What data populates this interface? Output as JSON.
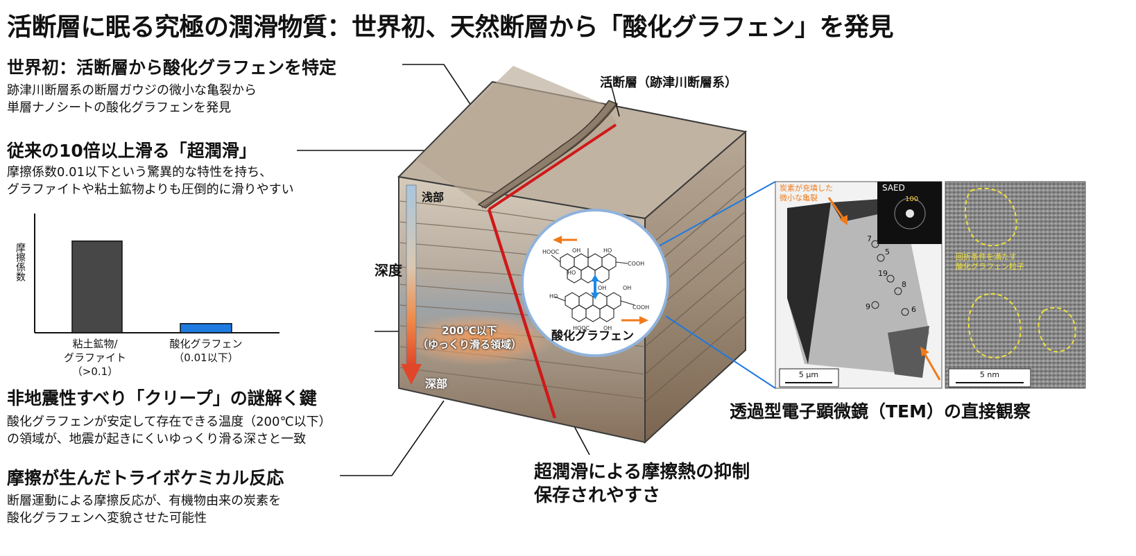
{
  "title": "活断層に眠る究極の潤滑物質：世界初、天然断層から「酸化グラフェン」を発見",
  "sections": [
    {
      "heading": "世界初：活断層から酸化グラフェンを特定",
      "body": [
        "跡津川断層系の断層ガウジの微小な亀裂から",
        "単層ナノシートの酸化グラフェンを発見"
      ]
    },
    {
      "heading": "従来の10倍以上滑る「超潤滑」",
      "body": [
        "摩擦係数0.01以下という驚異的な特性を持ち、",
        "グラファイトや粘土鉱物よりも圧倒的に滑りやすい"
      ]
    },
    {
      "heading": "非地震性すべり「クリープ」の謎解く鍵",
      "body": [
        "酸化グラフェンが安定して存在できる温度（200℃以下）",
        "の領域が、地震が起きにくいゆっくり滑る深さと一致"
      ]
    },
    {
      "heading": "摩擦が生んだトライボケミカル反応",
      "body": [
        "断層運動による摩擦反応が、有機物由来の炭素を",
        "酸化グラフェンへ変貌させた可能性"
      ]
    }
  ],
  "chart_data": {
    "type": "bar",
    "ylabel": "摩擦係数",
    "categories": [
      {
        "lines": [
          "粘土鉱物/",
          "グラファイト",
          "（>0.1）"
        ]
      },
      {
        "lines": [
          "酸化グラフェン",
          "（0.01以下）"
        ]
      }
    ],
    "values": [
      0.1,
      0.01
    ],
    "ylim": [
      0,
      0.13
    ],
    "colors": [
      "#474747",
      "#1f7be0"
    ],
    "grid": false
  },
  "diagram": {
    "fault_label": "活断層（跡津川断層系）",
    "depth_label": "深度",
    "shallow_label": "浅部",
    "deep_label": "深部",
    "zone_label": [
      "200℃以下",
      "（ゆっくり滑る領域）"
    ],
    "go_label": "酸化グラフェン",
    "bottom_label": [
      "超潤滑による摩擦熱の抑制",
      "保存されやすさ"
    ],
    "colors": {
      "fault": "#d01818",
      "arrow_orange": "#f07a1a",
      "arrow_blue": "#1e88e5",
      "callout": "#1e78e0"
    }
  },
  "tem": {
    "caption": "透過型電子顕微鏡（TEM）の直接観察",
    "left": {
      "note": [
        "炭素が充填した",
        "微小な亀裂"
      ],
      "inset_label": "SAED",
      "ring_label": "100",
      "numbers": [
        "7",
        "5",
        "19",
        "8",
        "9",
        "6"
      ],
      "scale": "5 μm"
    },
    "right": {
      "note": [
        "回折条件を満たす",
        "酸化グラフェン粒子"
      ],
      "scale": "5 nm"
    }
  }
}
